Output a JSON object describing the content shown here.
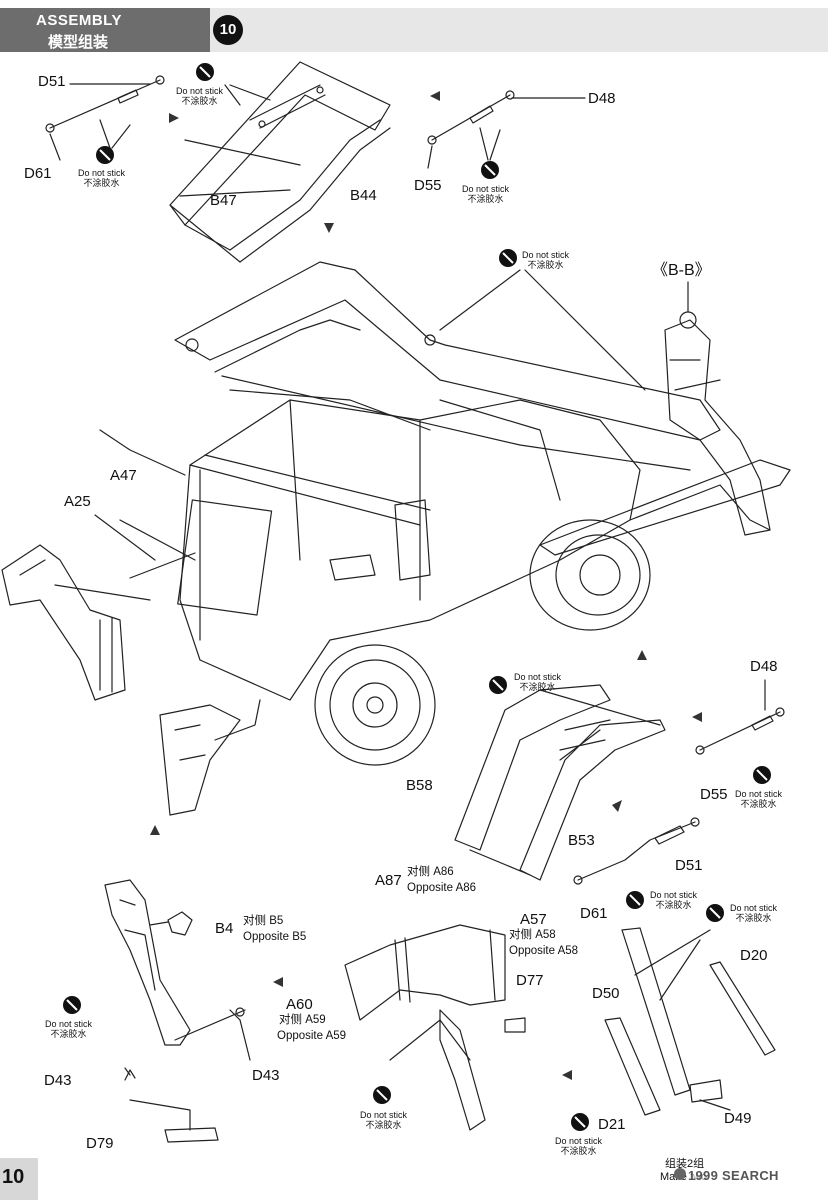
{
  "header": {
    "section_en": "ASSEMBLY",
    "section_cn": "模型组装",
    "step_number": "10"
  },
  "notes": {
    "do_not_stick_en": "Do not stick",
    "do_not_stick_cn": "不涂胶水"
  },
  "view_label": "《B-B》",
  "parts": {
    "d51_top": "D51",
    "d61_top": "D61",
    "b47": "B47",
    "b44": "B44",
    "d48_top": "D48",
    "d55_top": "D55",
    "a47": "A47",
    "a25": "A25",
    "d48_right": "D48",
    "d55_right": "D55",
    "b58": "B58",
    "b53": "B53",
    "d51_right": "D51",
    "d61_right": "D61",
    "b4": "B4",
    "b5_cn": "对侧 B5",
    "b5_en": "Opposite B5",
    "a87": "A87",
    "a86_cn": "对侧  A86",
    "a86_en": "Opposite A86",
    "a57": "A57",
    "a58_cn": "对侧  A58",
    "a58_en": "Opposite A58",
    "d77": "D77",
    "a60": "A60",
    "a59_cn": "对侧  A59",
    "a59_en": "Opposite A59",
    "d43_left": "D43",
    "d43_right": "D43",
    "d79": "D79",
    "d20": "D20",
    "d50": "D50",
    "d49": "D49",
    "d21": "D21"
  },
  "footer": {
    "page_number": "10",
    "assembly_cn": "组装2组",
    "assembly_en": "Make two",
    "watermark": "1999 SEARCH"
  }
}
